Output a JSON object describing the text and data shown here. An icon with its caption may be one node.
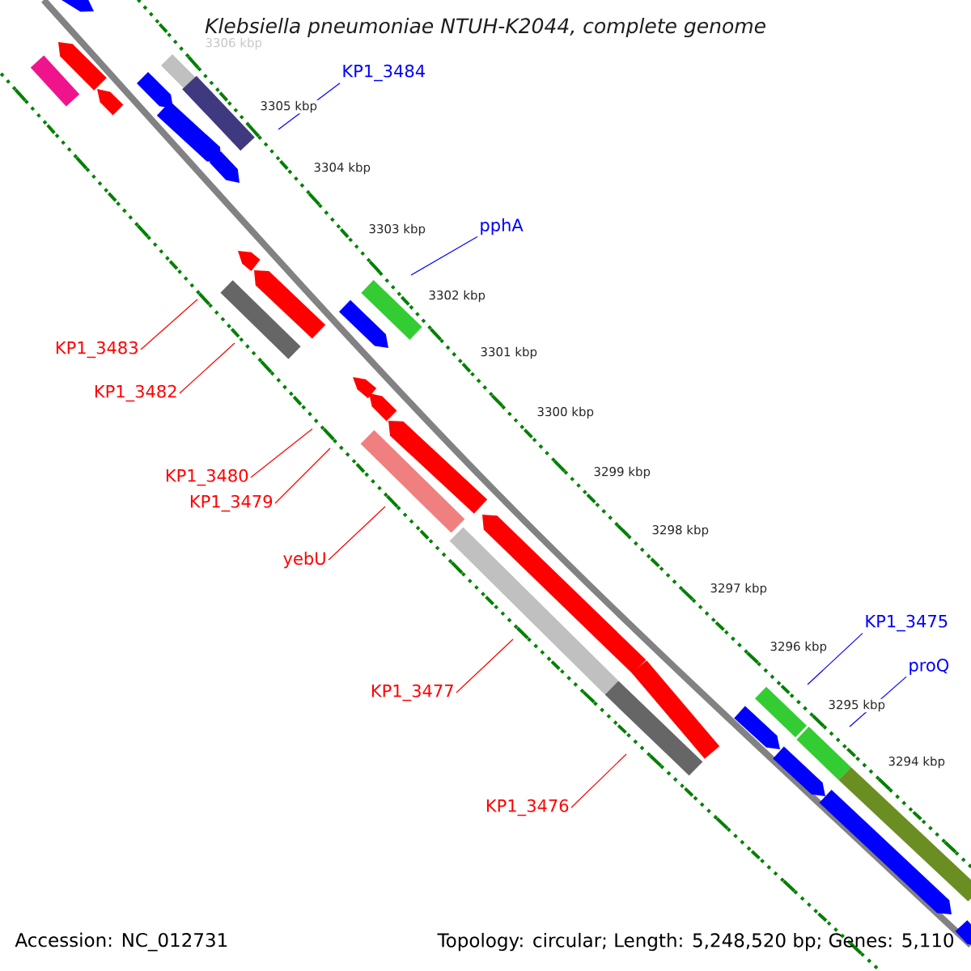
{
  "diagram": {
    "title": "Klebsiella pneumoniae NTUH-K2044, complete genome",
    "nodes": [
      {
        "text": [
          "KP1_3484"
        ]
      },
      {
        "text": [
          "pphA"
        ]
      },
      {
        "text": [
          "KP1_3483"
        ]
      },
      {
        "text": [
          "KP1_3482"
        ]
      },
      {
        "text": [
          "KP1_3480"
        ]
      },
      {
        "text": [
          "KP1_3479"
        ]
      },
      {
        "text": [
          "yebU"
        ]
      },
      {
        "text": [
          "KP1_3475"
        ]
      },
      {
        "text": [
          "proQ"
        ]
      },
      {
        "text": [
          "KP1_3477"
        ]
      },
      {
        "text": [
          "KP1_3476"
        ]
      }
    ],
    "edges": [
      {
        "from": 0,
        "to": null,
        "arrow": "none",
        "color": "#0000ff"
      },
      {
        "from": 1,
        "to": null,
        "arrow": "none",
        "color": "#0000ff"
      },
      {
        "from": 2,
        "to": null,
        "arrow": "none"
      },
      {
        "from": 3,
        "to": null,
        "arrow": "none"
      },
      {
        "from": 4,
        "to": null,
        "arrow": "none"
      },
      {
        "from": 5,
        "to": null,
        "arrow": "none"
      },
      {
        "from": 6,
        "to": null,
        "arrow": "none"
      },
      {
        "from": 7,
        "to": null,
        "arrow": "none",
        "color": "#0000ff"
      },
      {
        "from": 8,
        "to": null,
        "arrow": "none",
        "color": "#0000ff"
      },
      {
        "from": 9,
        "to": null,
        "arrow": "none"
      },
      {
        "from": 10,
        "to": null,
        "arrow": "none"
      }
    ],
    "labels": [
      "3306 kbp",
      "3305 kbp",
      "3304 kbp",
      "3303 kbp",
      "3302 kbp",
      "3301 kbp",
      "3300 kbp",
      "3299 kbp",
      "3298 kbp",
      "3297 kbp",
      "3296 kbp",
      "3295 kbp",
      "3294 kbp",
      "Accession: NC_012731",
      "Topology: circular; Length: 5,248,520 bp; Genes: 5,110"
    ]
  }
}
